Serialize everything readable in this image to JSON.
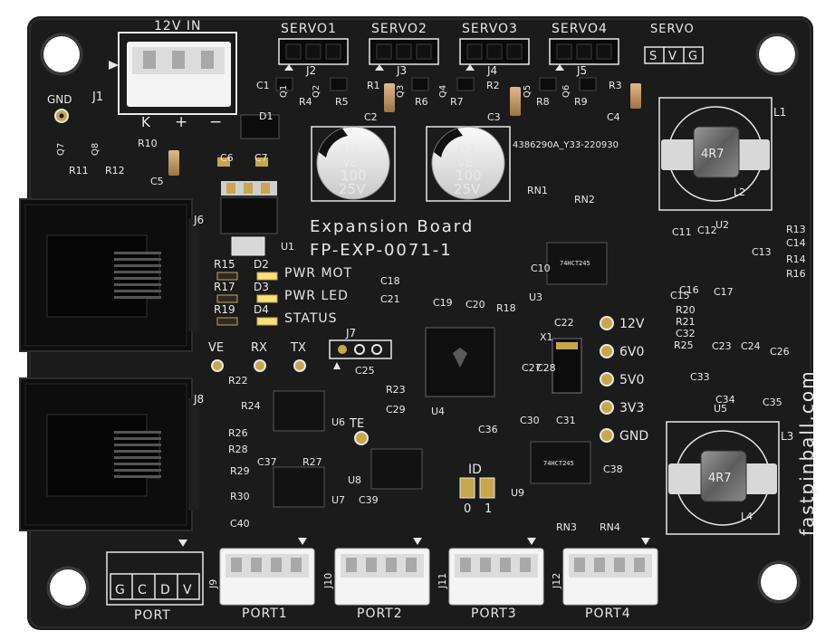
{
  "board": {
    "title": "Expansion Board",
    "part_number": "FP-EXP-0071-1",
    "website": "fastpinball.com",
    "batch_code": "4386290A_Y33-220930",
    "colors": {
      "pcb": "#1a1a1a",
      "silk": "#e8e8e8",
      "connector": "#f4f4f4",
      "gold": "#c8a64a",
      "led": "#f6e27a"
    }
  },
  "power_in": {
    "label": "12V IN",
    "ref": "J1",
    "pins": [
      "K",
      "+",
      "−"
    ]
  },
  "servo_headers": [
    {
      "label": "SERVO1",
      "ref": "J2"
    },
    {
      "label": "SERVO2",
      "ref": "J3"
    },
    {
      "label": "SERVO3",
      "ref": "J4"
    },
    {
      "label": "SERVO4",
      "ref": "J5"
    }
  ],
  "servo_legend": {
    "label": "SERVO",
    "pins": [
      "S",
      "V",
      "G"
    ]
  },
  "gnd_label": "GND",
  "ethernet": [
    {
      "ref": "J6"
    },
    {
      "ref": "J8"
    }
  ],
  "leds": [
    {
      "ref": "D2",
      "res": "R15",
      "label": "PWR MOT"
    },
    {
      "ref": "D3",
      "res": "R17",
      "label": "PWR LED"
    },
    {
      "ref": "D4",
      "res": "R19",
      "label": "STATUS"
    }
  ],
  "caps_big": [
    {
      "code": "D2",
      "v": "VE",
      "val": "100",
      "volt": "25V"
    },
    {
      "code": "D2",
      "v": "VE",
      "val": "100",
      "volt": "25V"
    }
  ],
  "inductors": [
    {
      "ref": "L1",
      "sub": "L2",
      "val": "4R7"
    },
    {
      "ref": "L3",
      "sub": "L4",
      "val": "4R7"
    }
  ],
  "serial": {
    "pads": [
      "VE",
      "RX",
      "TX"
    ],
    "ref": "J7"
  },
  "te_label": "TE",
  "rails": [
    "12V",
    "6V0",
    "5V0",
    "3V3",
    "GND"
  ],
  "id_jumper": {
    "label": "ID",
    "pads": [
      "0",
      "1"
    ]
  },
  "ports": [
    {
      "label": "PORT1",
      "ref": "J9"
    },
    {
      "label": "PORT2",
      "ref": "J10"
    },
    {
      "label": "PORT3",
      "ref": "J11"
    },
    {
      "label": "PORT4",
      "ref": "J12"
    }
  ],
  "port_legend": {
    "label": "PORT",
    "pins": [
      "G",
      "C",
      "D",
      "V"
    ]
  },
  "refs": {
    "q": [
      "Q1",
      "Q2",
      "Q3",
      "Q4",
      "Q5",
      "Q6",
      "Q7",
      "Q8"
    ],
    "top_row": [
      "C1",
      "D1",
      "R4",
      "R5",
      "R1",
      "C2",
      "R6",
      "R7",
      "R2",
      "C3",
      "R8",
      "R9",
      "R3",
      "C4"
    ],
    "left_mid": [
      "R10",
      "R11",
      "R12",
      "C5",
      "C6",
      "C7",
      "U1"
    ],
    "center": [
      "C18",
      "C21",
      "C19",
      "C20",
      "R18",
      "C10",
      "U3",
      "C25",
      "R23",
      "C29",
      "U4",
      "C27",
      "C28",
      "X1",
      "C22",
      "C30",
      "C31",
      "C36"
    ],
    "right": [
      "RN1",
      "RN2",
      "C11",
      "C12",
      "U2",
      "R13",
      "C14",
      "R14",
      "R16",
      "C13",
      "C15",
      "C16",
      "C17",
      "R20",
      "R21",
      "C32",
      "R25",
      "C23",
      "C24",
      "C26",
      "C33",
      "C34",
      "C35",
      "U5"
    ],
    "lower_left": [
      "R22",
      "R24",
      "R26",
      "R28",
      "C37",
      "R27",
      "R29",
      "R30",
      "C40",
      "U6",
      "U7",
      "U8",
      "C39"
    ],
    "lower_right": [
      "U9",
      "C38",
      "RN3",
      "RN4"
    ]
  },
  "chip_marks": {
    "u3": "74HCT245",
    "u9": "74HCT245"
  }
}
